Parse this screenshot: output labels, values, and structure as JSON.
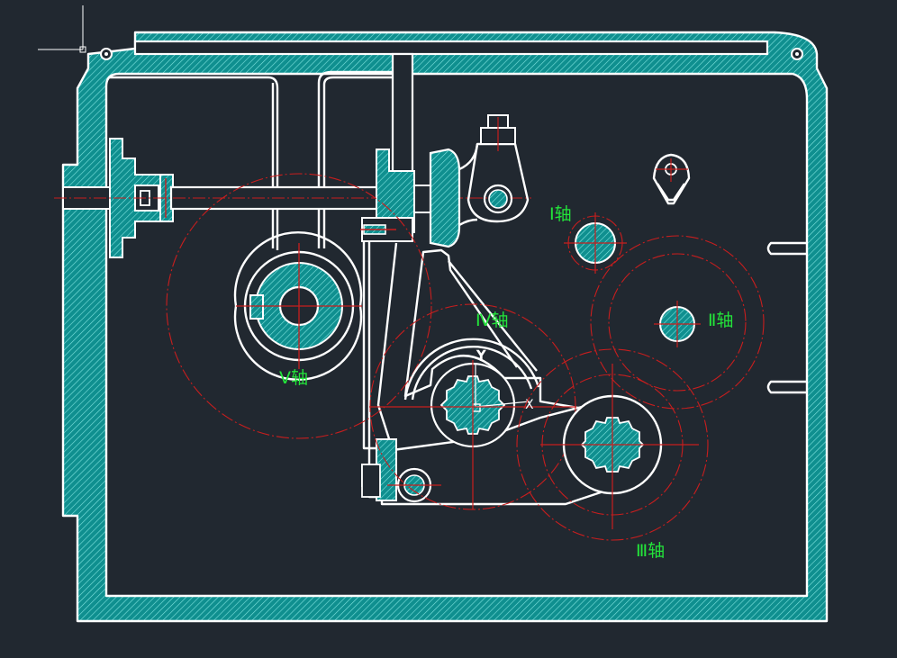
{
  "colors": {
    "background": "#212830",
    "outline": "#ffffff",
    "hatch_fill": "#0f8f8f",
    "hatch_line": "#7fe3df",
    "centerline": "#c81e1e",
    "label": "#23e43a"
  },
  "shaft_labels": {
    "shaft_1": "Ⅰ轴",
    "shaft_2": "Ⅱ轴",
    "shaft_3": "Ⅲ轴",
    "shaft_4": "Ⅳ轴",
    "shaft_5": "Ⅴ轴"
  },
  "axis_marks": {
    "y": "Y",
    "x": "X"
  }
}
